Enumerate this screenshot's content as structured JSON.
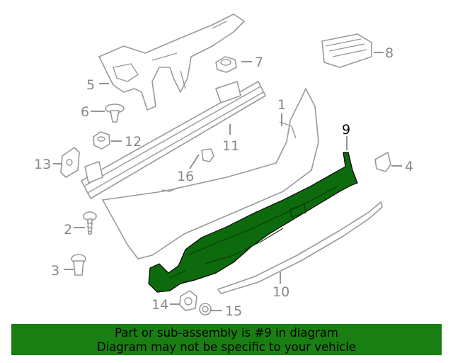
{
  "diagram": {
    "highlighted_part": "9",
    "callouts": [
      "1",
      "2",
      "3",
      "4",
      "5",
      "6",
      "7",
      "8",
      "9",
      "10",
      "11",
      "12",
      "13",
      "14",
      "15",
      "16"
    ]
  },
  "banner": {
    "line1": "Part or sub-assembly is #9 in diagram",
    "line2": "Diagram may not be specific to your vehicle",
    "background": "#1a7f12"
  },
  "colors": {
    "highlight": "#0d6a0d",
    "line_art": "#999999"
  }
}
